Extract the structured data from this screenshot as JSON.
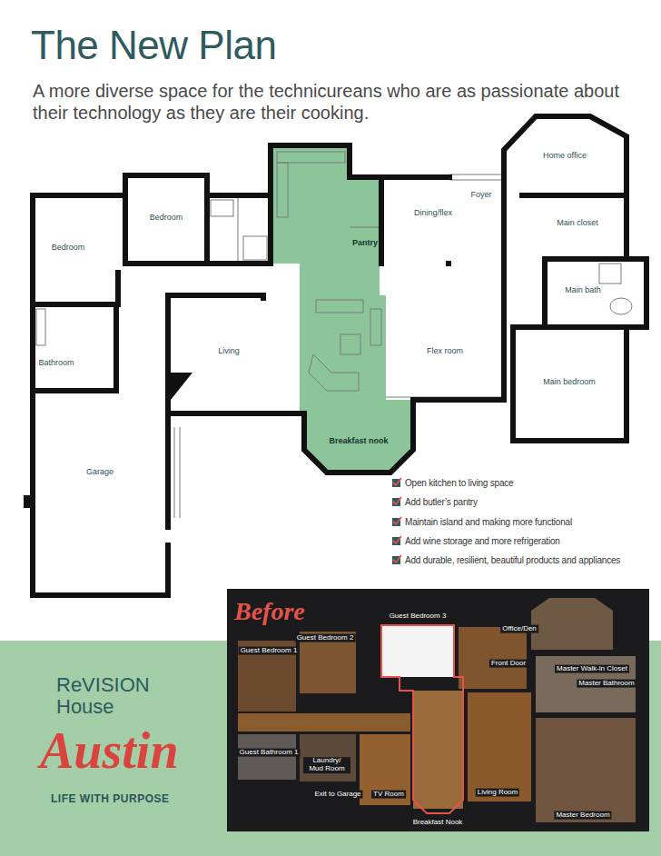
{
  "diagram": {
    "title": "The New Plan",
    "caption": "A more diverse space for the technicureans who are as passionate about their technology as they are their cooking.",
    "nodes": [
      {
        "text": [
          "Before",
          "Guest Bedroom 3",
          "Guest Bedroom 2",
          "Guest Bedroom 1",
          "Office/Den",
          "Front Door",
          "Master Walk-in Closet",
          "Master Bathroom",
          "Guest Bathroom 1",
          "Laundry/ Mud Room",
          "Exit to Garage",
          "TV Room",
          "Living Room",
          "Breakfast Nook",
          "Master Bedroom"
        ]
      },
      {
        "text": [
          "ReVISION House",
          "Austin",
          "LIFE WITH PURPOSE"
        ]
      }
    ],
    "labels": [
      "Home office",
      "Bedroom",
      "Foyer",
      "Dining/flex",
      "Main closet",
      "Bedroom",
      "Pantry",
      "Main bath",
      "Living",
      "Flex room",
      "Bathroom",
      "Main bedroom",
      "Breakfast nook",
      "Garage",
      "Open kitchen to living space",
      "Add butler’s pantry",
      "Maintain island and making more functional",
      "Add wine storage and more refrigeration",
      "Add durable, resilient, beautiful products and appliances"
    ]
  }
}
